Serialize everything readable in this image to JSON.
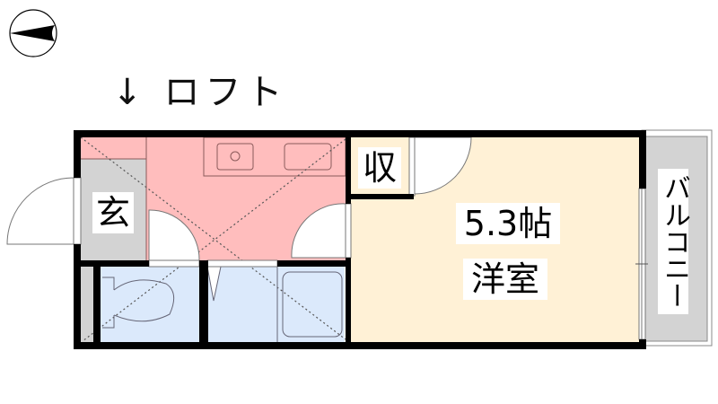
{
  "compass": {
    "icon": "compass-north-arrow-icon",
    "direction": "west"
  },
  "loft": {
    "arrow": "↓",
    "label": "ロフト"
  },
  "rooms": {
    "entrance": {
      "label": "玄"
    },
    "storage": {
      "label": "収"
    },
    "western_room": {
      "size": "5.3帖",
      "type": "洋室"
    },
    "balcony": {
      "label": "バルコニー"
    }
  },
  "colors": {
    "wall": "#000000",
    "kitchen": "#ffbdbd",
    "entrance": "#d3d3d3",
    "bath": "#dbe9fb",
    "western_room": "#fff1d6",
    "balcony": "#d3d3d3",
    "fixture_line": "#8a5a5a"
  }
}
